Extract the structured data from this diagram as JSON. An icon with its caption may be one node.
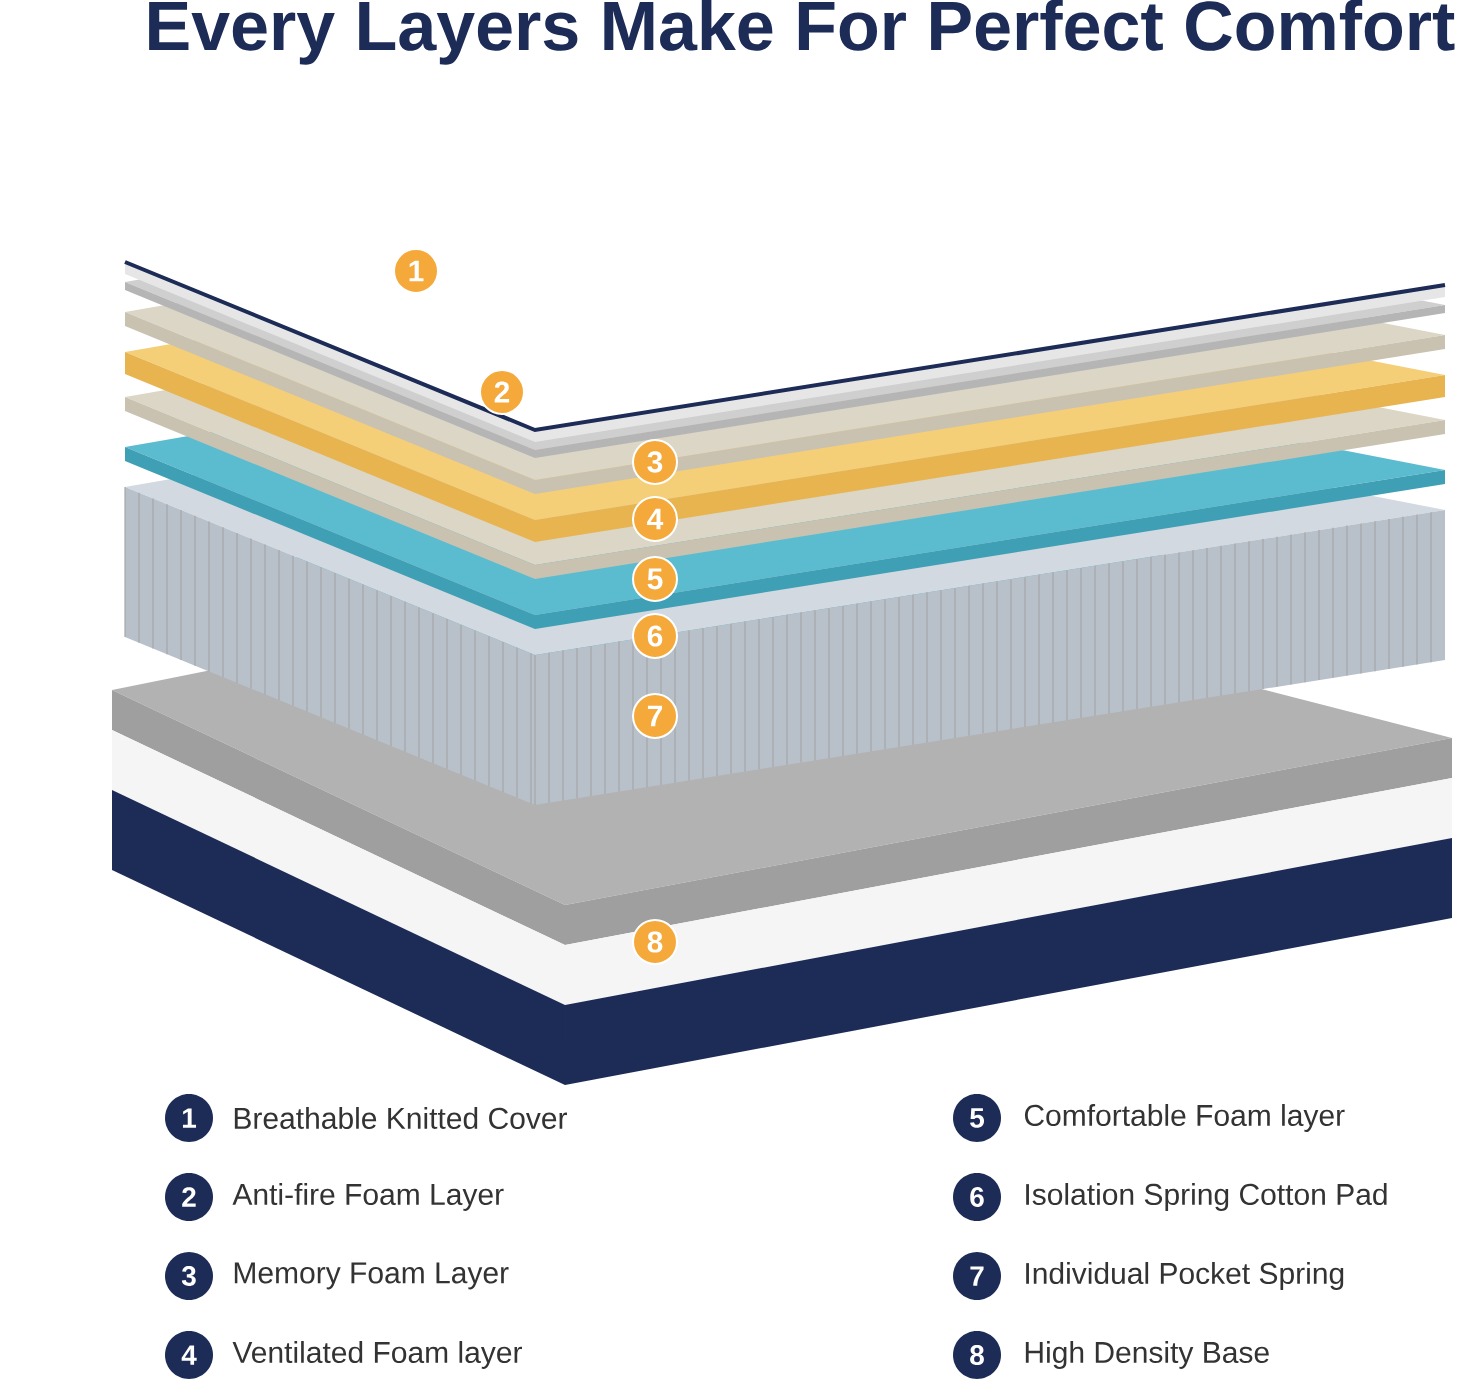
{
  "diagram": {
    "title": "Every Layers Make For Perfect Comfort",
    "labels": [
      "1",
      "2",
      "3",
      "4",
      "5",
      "6",
      "7",
      "8",
      "1",
      "Breathable Knitted Cover",
      "5",
      "Comfortable Foam layer",
      "2",
      "Anti-fire Foam Layer",
      "6",
      "Isolation Spring Cotton Pad",
      "3",
      "Memory Foam Layer",
      "7",
      "Individual Pocket Spring",
      "4",
      "Ventilated Foam layer",
      "8",
      "High Density Base"
    ]
  }
}
